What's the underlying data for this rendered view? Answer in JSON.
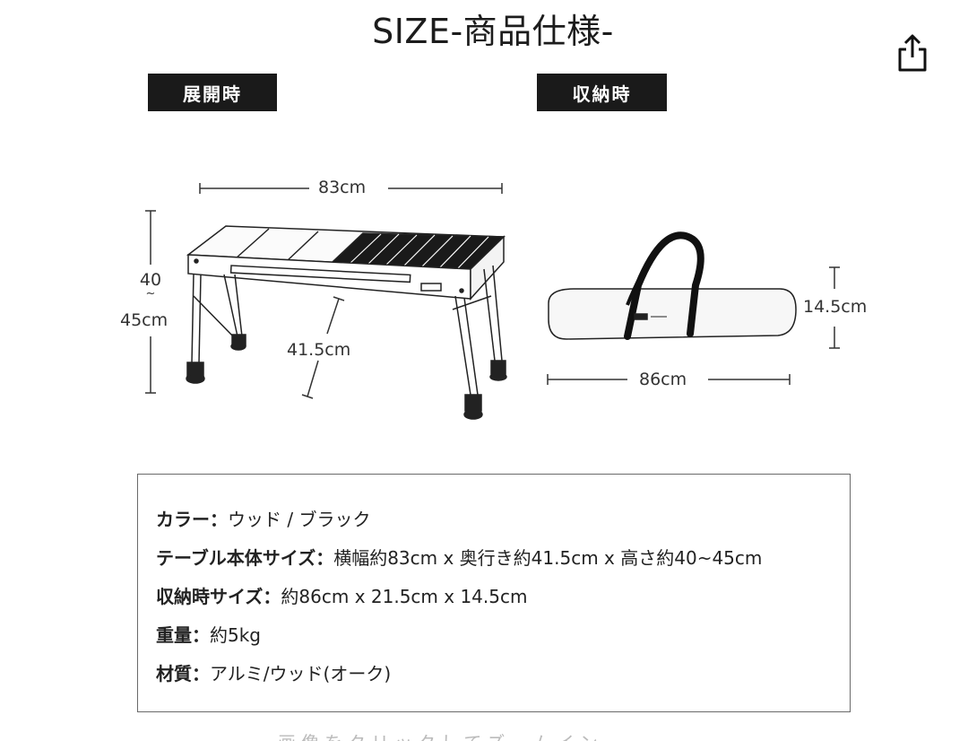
{
  "header": {
    "title": "SIZE-商品仕様-",
    "share_icon": "share-icon"
  },
  "sections": {
    "expanded": {
      "label": "展開時"
    },
    "stored": {
      "label": "収納時"
    }
  },
  "dimensions": {
    "table_width": "83cm",
    "table_height_line1": "40",
    "table_height_line2": "~",
    "table_height_line3": "45cm",
    "table_depth": "41.5cm",
    "bag_height": "14.5cm",
    "bag_width": "86cm"
  },
  "specs": [
    {
      "key": "カラー：",
      "value": "ウッド / ブラック"
    },
    {
      "key": "テーブル本体サイズ：",
      "value": "横幅約83cm x 奥行き約41.5cm x 高さ約40~45cm"
    },
    {
      "key": "収納時サイズ：",
      "value": "約86cm x 21.5cm x 14.5cm"
    },
    {
      "key": "重量：",
      "value": "約5kg"
    },
    {
      "key": "材質：",
      "value": "アルミ/ウッド(オーク)"
    }
  ],
  "footer_cutoff": "画像をクリックしてズームイン"
}
